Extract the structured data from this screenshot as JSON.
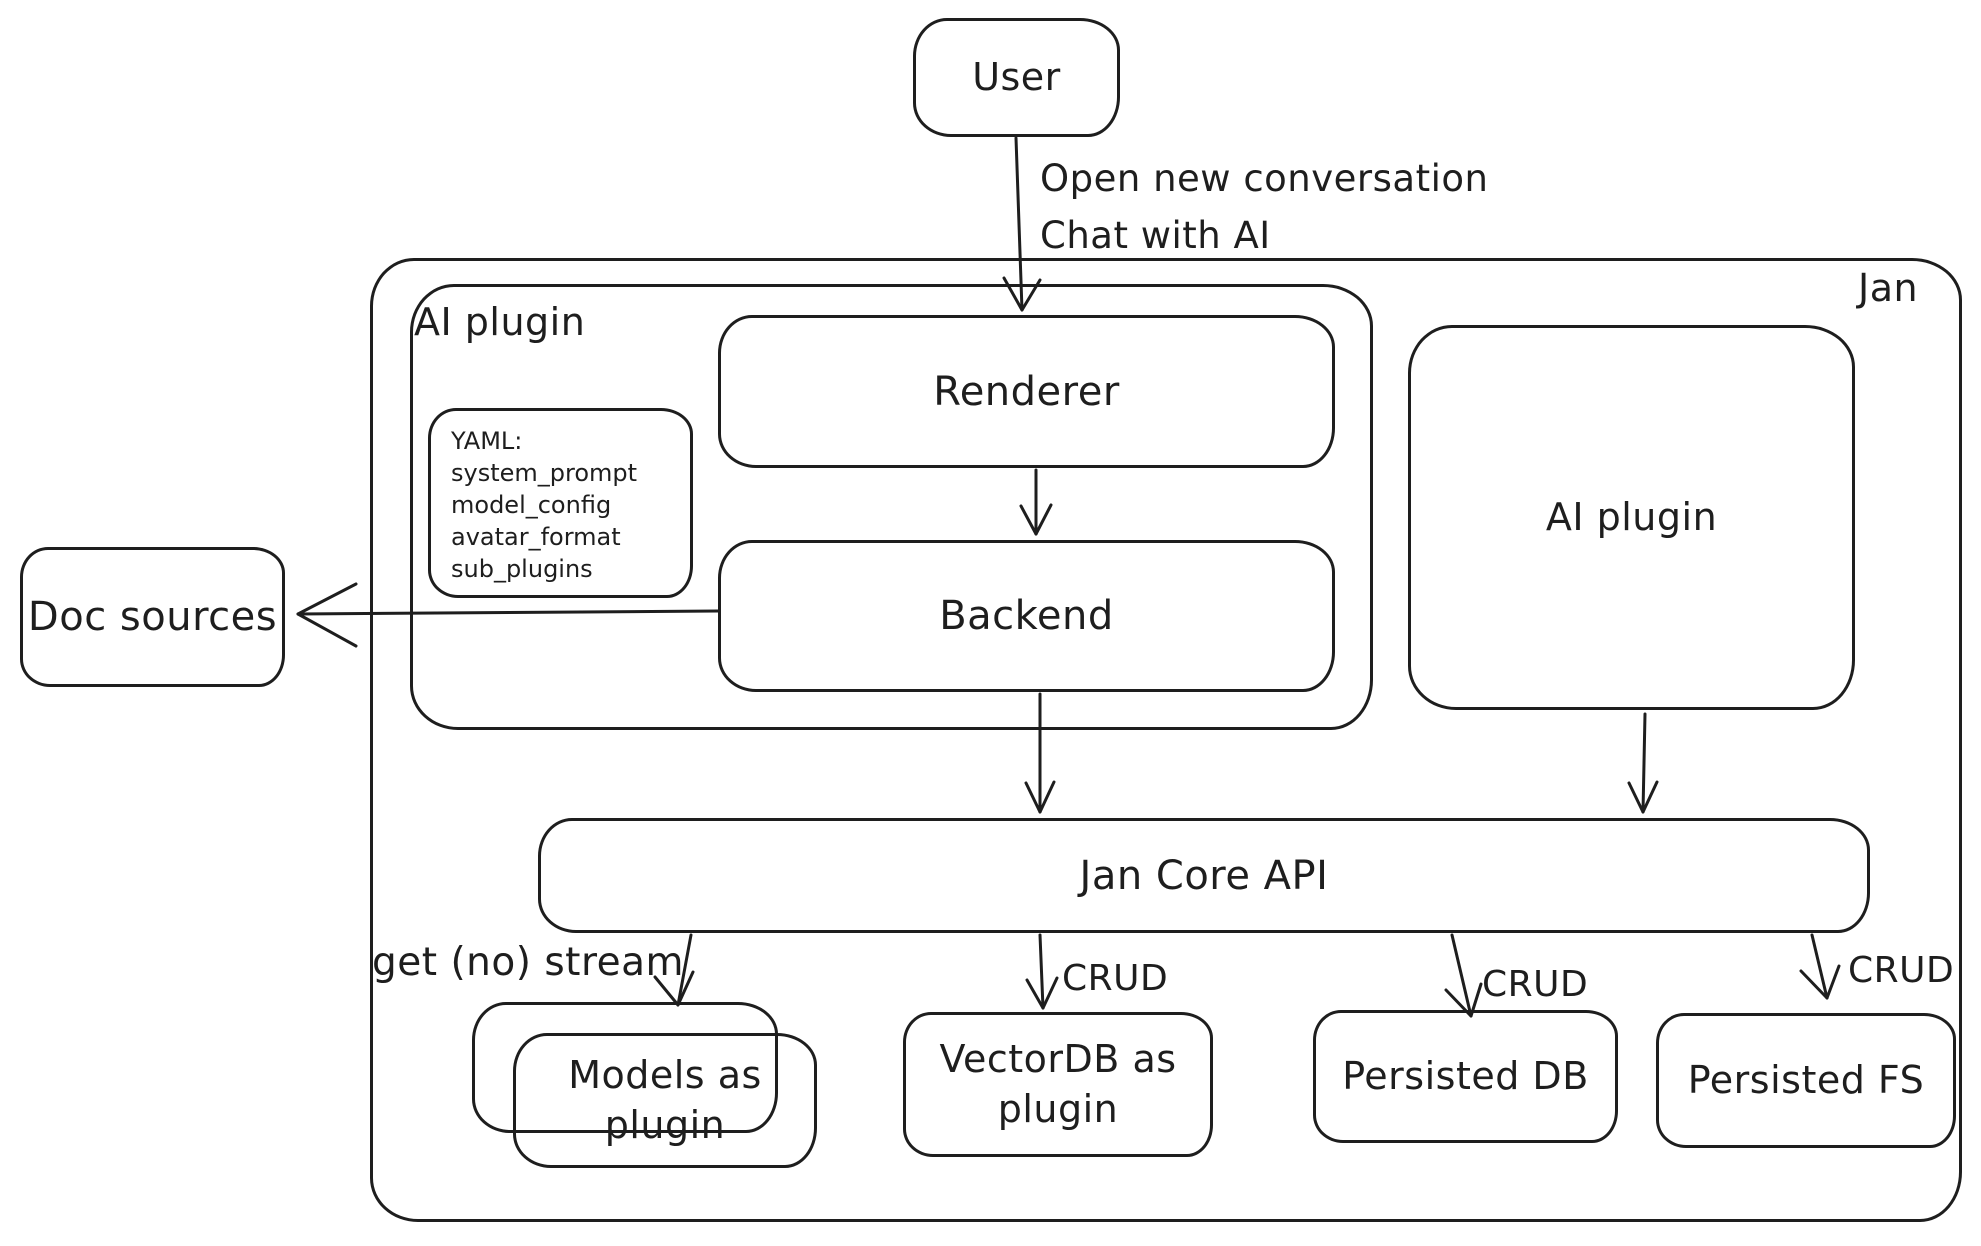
{
  "canvas": {
    "background": "#ffffff",
    "stroke_color": "#1e1e1e"
  },
  "nodes": {
    "user": {
      "label": "User"
    },
    "jan": {
      "label": "Jan"
    },
    "ai_plugin_left": {
      "label": "AI plugin"
    },
    "renderer": {
      "label": "Renderer"
    },
    "yaml_note": {
      "lines": [
        "YAML:",
        "system_prompt",
        "model_config",
        "avatar_format",
        "sub_plugins"
      ]
    },
    "backend": {
      "label": "Backend"
    },
    "doc_sources": {
      "label": "Doc sources"
    },
    "ai_plugin_right": {
      "label": "AI plugin"
    },
    "jan_core_api": {
      "label": "Jan Core API"
    },
    "models_as_plugin": {
      "label": "Models as plugin"
    },
    "vectordb_as_plugin": {
      "label": "VectorDB as plugin"
    },
    "persisted_db": {
      "label": "Persisted DB"
    },
    "persisted_fs": {
      "label": "Persisted FS"
    }
  },
  "edges": {
    "user_to_renderer": {
      "label_line1": "Open new conversation",
      "label_line2": "Chat with AI"
    },
    "jan_core_to_models": {
      "label": "get (no) stream"
    },
    "jan_core_to_vectordb": {
      "label": "CRUD"
    },
    "jan_core_to_persisted_db": {
      "label": "CRUD"
    },
    "jan_core_to_persisted_fs": {
      "label": "CRUD"
    }
  }
}
